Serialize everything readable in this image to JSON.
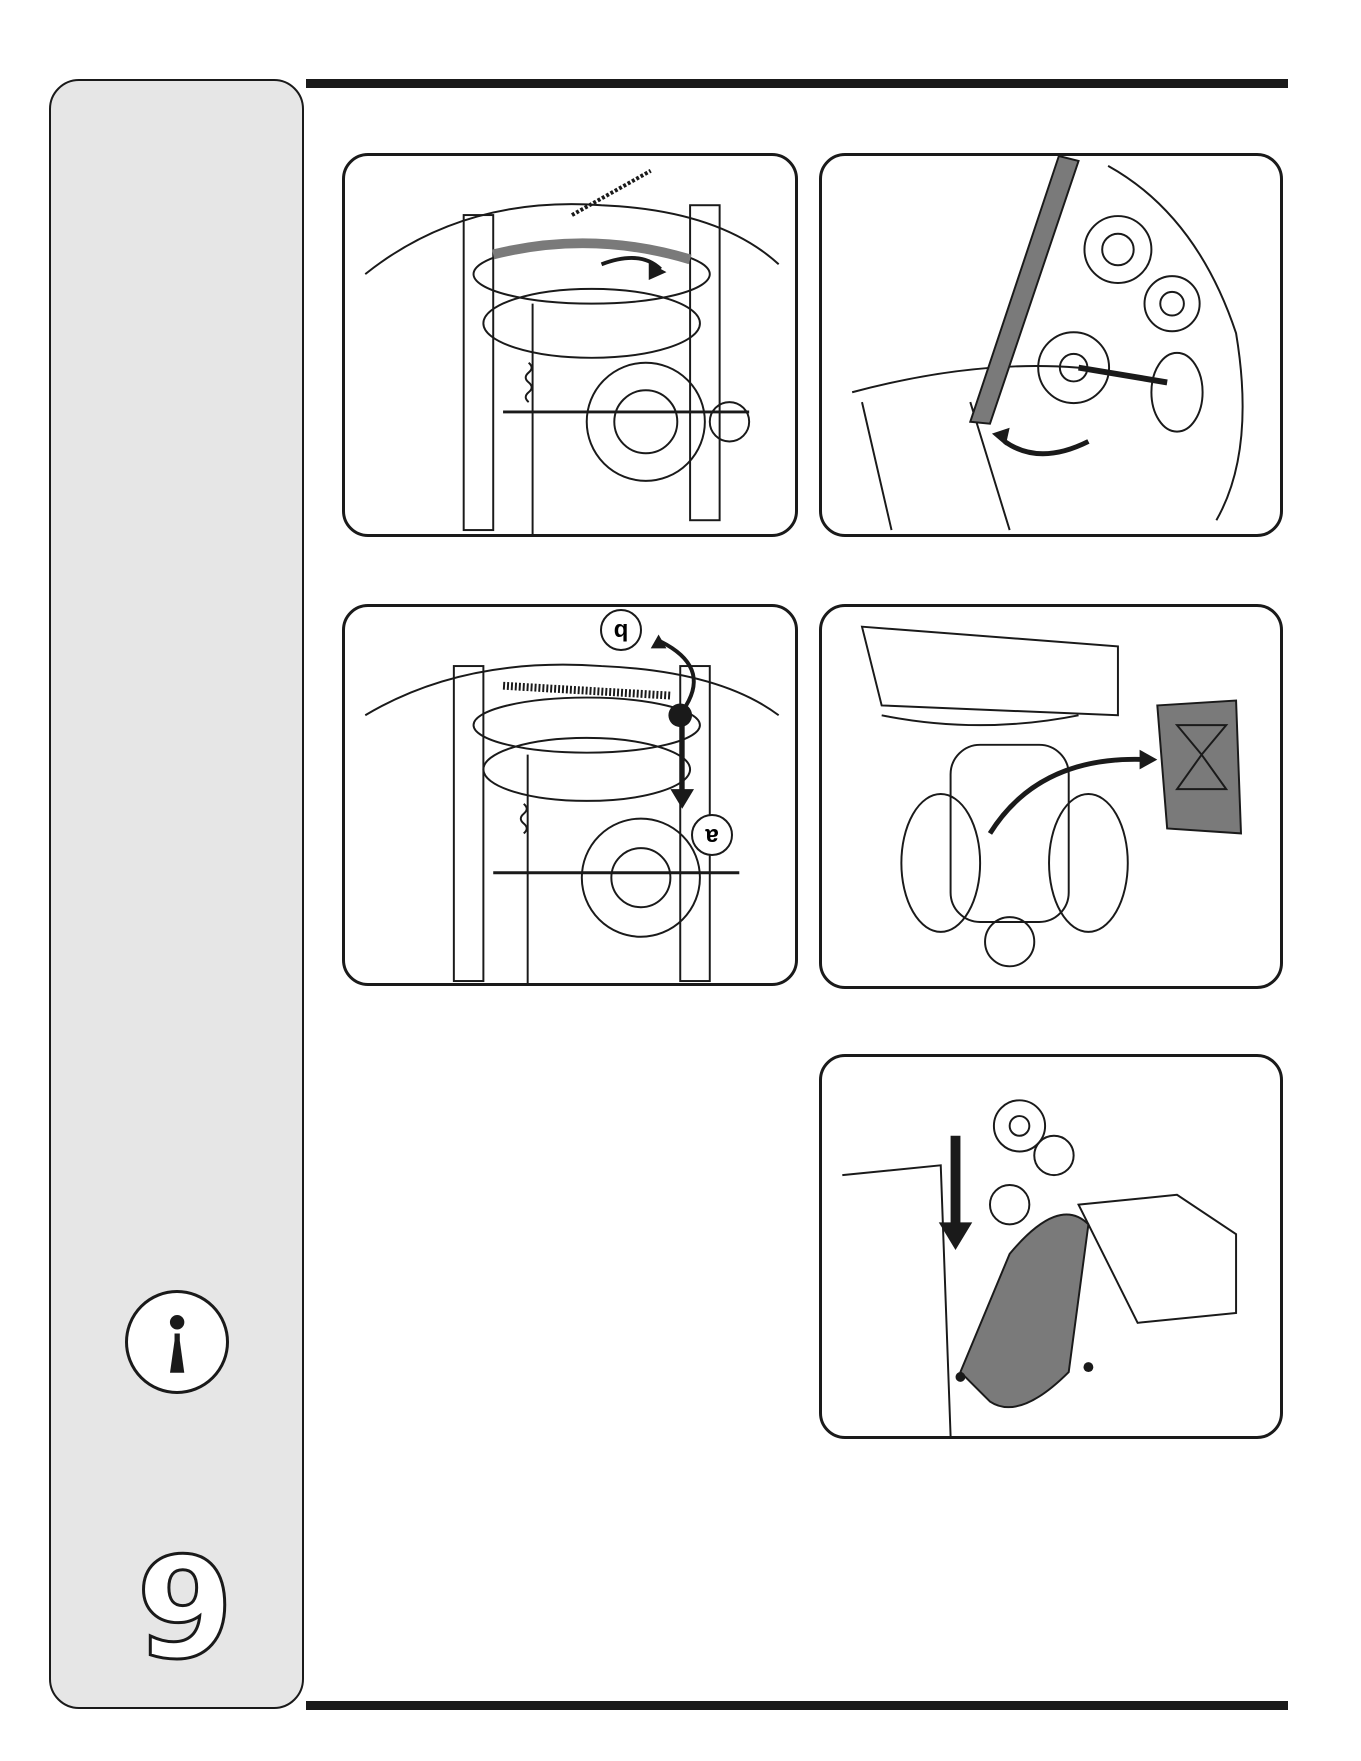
{
  "sidebar": {
    "page_number": "9",
    "notice_symbol": "!"
  },
  "colors": {
    "ink": "#1a1a1a",
    "sidebar_fill": "#e6e6e6",
    "part_fill": "#7a7a7a"
  },
  "figures": [
    {
      "id": "belt-pulley-spring",
      "icon": "pulley-spring-arrow-icon"
    },
    {
      "id": "belt-off-pulleys",
      "icon": "belt-removal-arrow-icon"
    },
    {
      "id": "idler-bracket-spring",
      "icon": "idler-bracket-icon",
      "callouts": [
        "b",
        "a"
      ]
    },
    {
      "id": "frame-cover-removal",
      "icon": "frame-cover-arrow-icon"
    },
    {
      "id": "belt-cover-install",
      "icon": "belt-cover-down-arrow-icon"
    }
  ]
}
